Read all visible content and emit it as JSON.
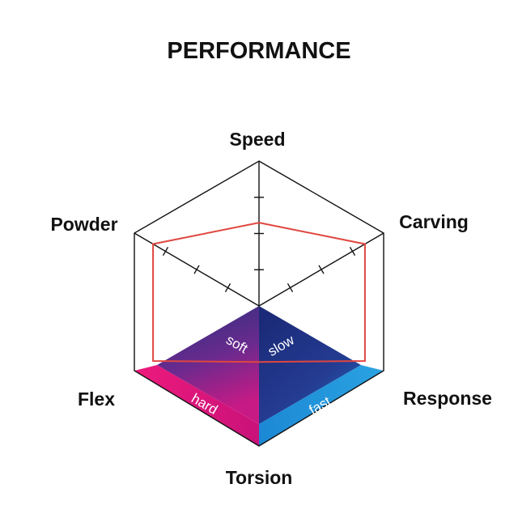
{
  "chart_data": {
    "type": "radar",
    "title": "PERFORMANCE",
    "axes": [
      "Speed",
      "Carving",
      "Response",
      "Torsion",
      "Flex",
      "Powder"
    ],
    "scale_max": 4,
    "values": [
      2.3,
      3.4,
      3.4,
      1.6,
      3.4,
      3.4
    ],
    "zones": {
      "flex": {
        "inner": "soft",
        "outer": "hard"
      },
      "response": {
        "inner": "slow",
        "outer": "fast"
      }
    }
  },
  "colors": {
    "outline": "#111111",
    "series": "#e0463f",
    "zone_dark": "#1e2a78",
    "zone_magenta": "#e8127c",
    "zone_blue": "#1e93d8"
  }
}
